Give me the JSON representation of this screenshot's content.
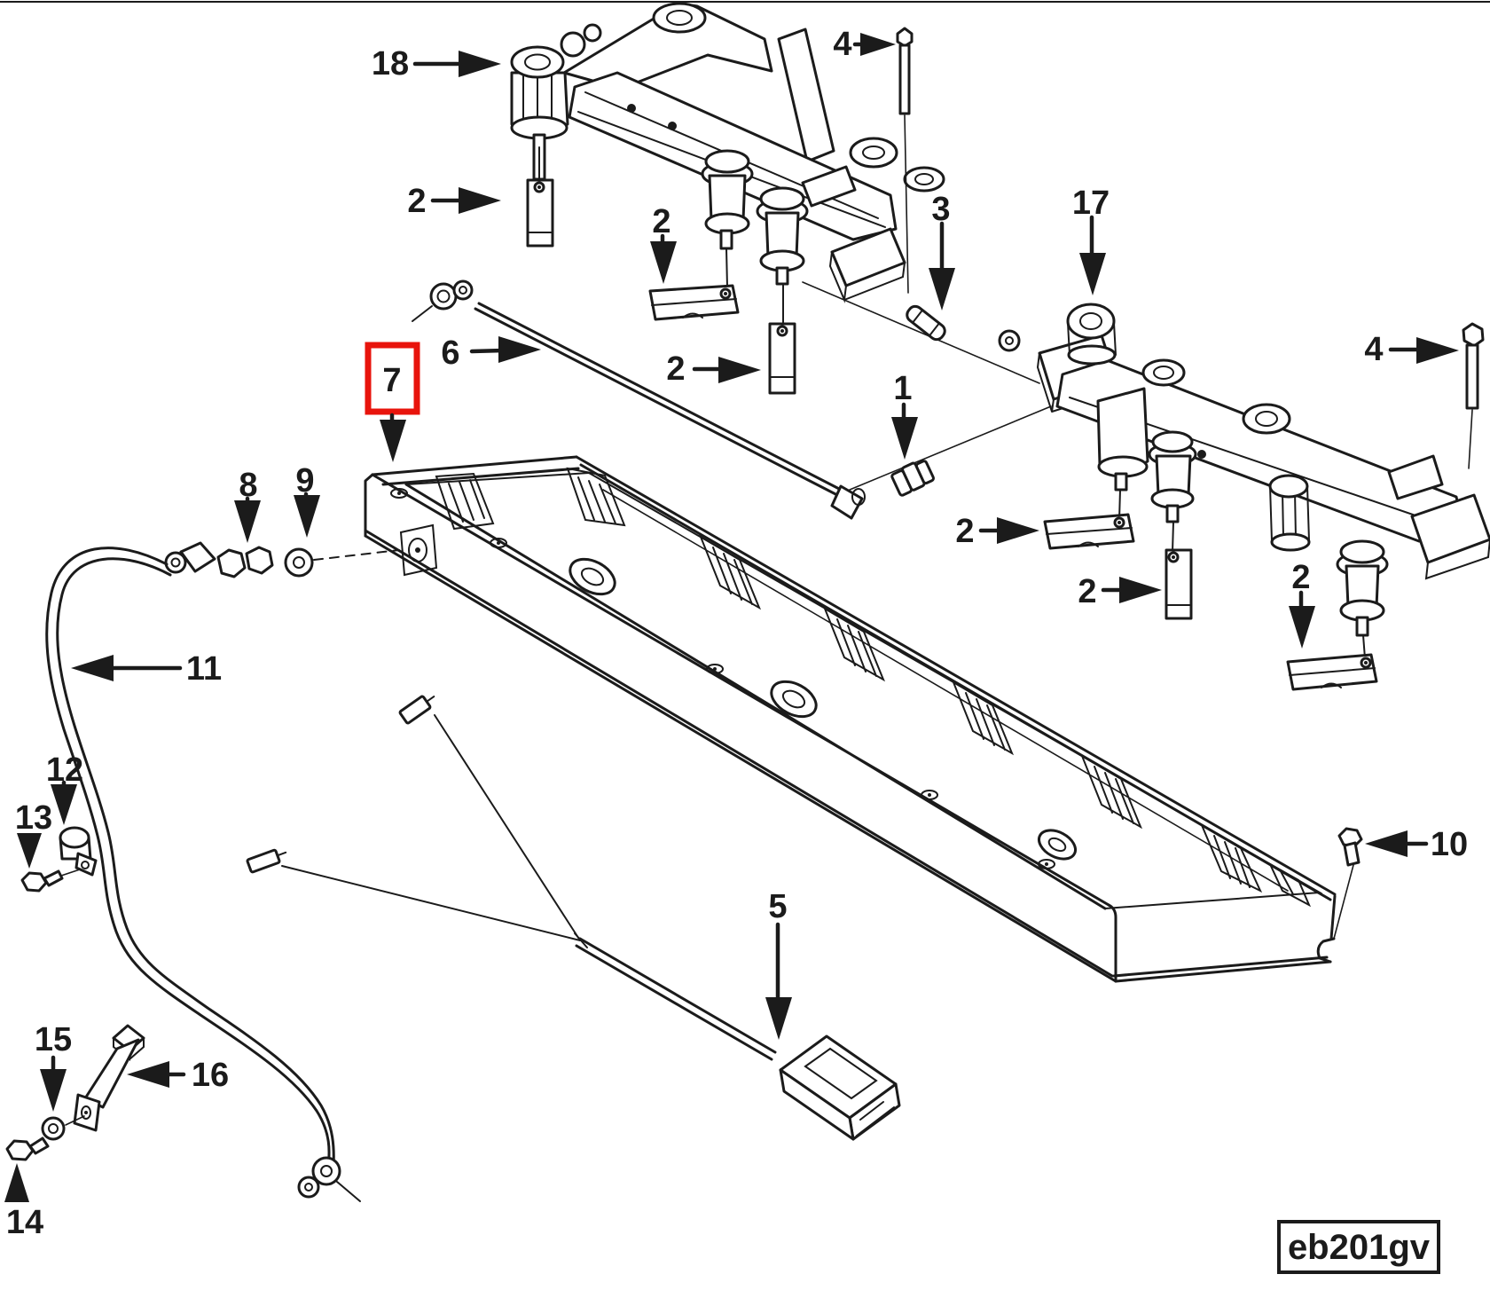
{
  "diagram": {
    "figure_code": "eb201gv",
    "highlighted_callout": "7",
    "colors": {
      "line": "#1b1b1b",
      "background": "#ffffff",
      "highlight": "#e8140c"
    },
    "callouts": [
      {
        "label": "18"
      },
      {
        "label": "4"
      },
      {
        "label": "2"
      },
      {
        "label": "2"
      },
      {
        "label": "3"
      },
      {
        "label": "17"
      },
      {
        "label": "4"
      },
      {
        "label": "6"
      },
      {
        "label": "2"
      },
      {
        "label": "1"
      },
      {
        "label": "7"
      },
      {
        "label": "8"
      },
      {
        "label": "9"
      },
      {
        "label": "2"
      },
      {
        "label": "2"
      },
      {
        "label": "2"
      },
      {
        "label": "11"
      },
      {
        "label": "12"
      },
      {
        "label": "13"
      },
      {
        "label": "10"
      },
      {
        "label": "5"
      },
      {
        "label": "15"
      },
      {
        "label": "16"
      },
      {
        "label": "14"
      }
    ]
  }
}
